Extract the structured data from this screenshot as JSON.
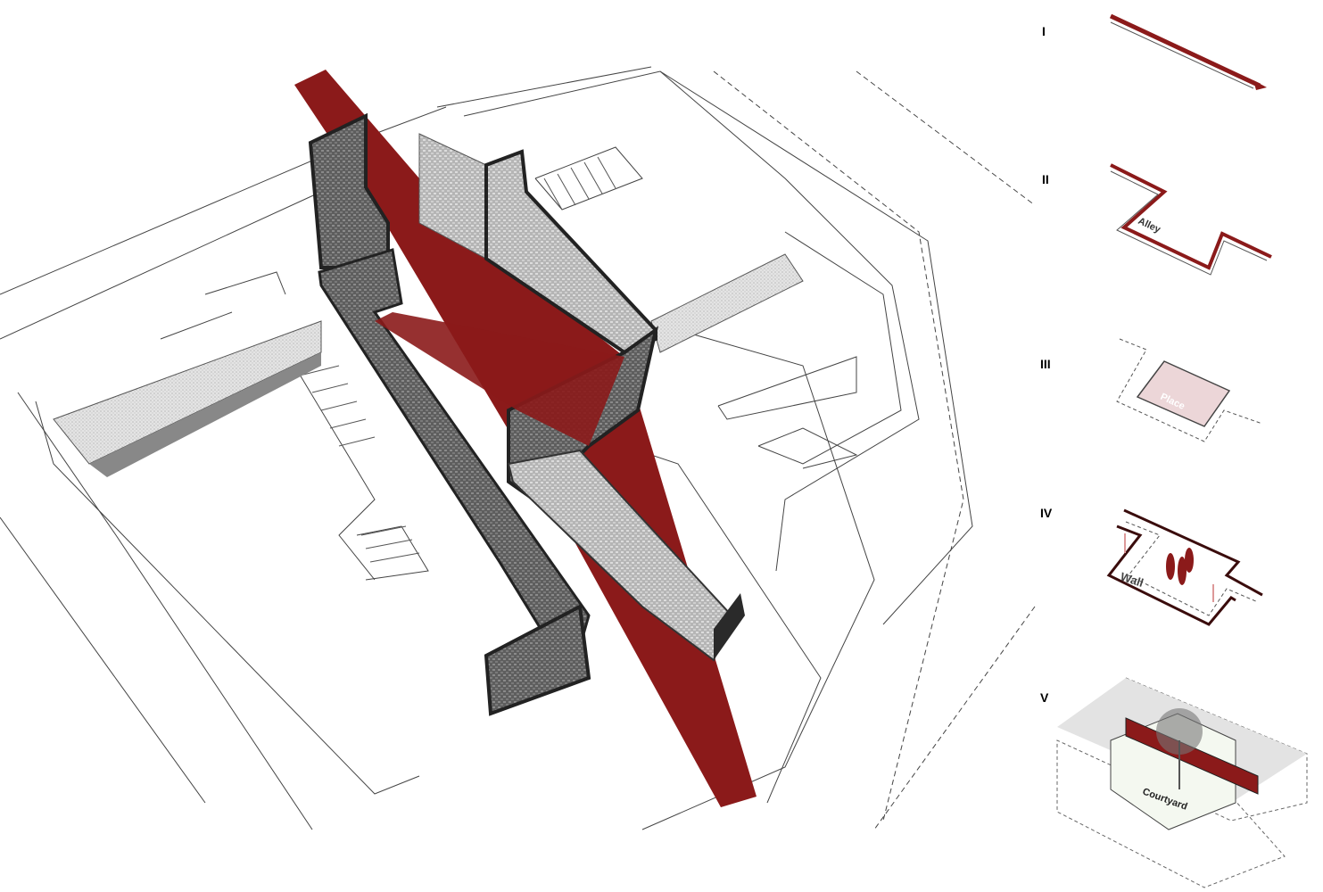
{
  "colors": {
    "accent_red": "#8b1a1a",
    "wall_dark": "#2a2a2a",
    "wall_texture": "#6a6a6a",
    "place_pink": "#ecd6d8",
    "line": "#333333"
  },
  "steps": [
    {
      "numeral": "I"
    },
    {
      "numeral": "II",
      "label": "Alley"
    },
    {
      "numeral": "III",
      "label": "Place"
    },
    {
      "numeral": "IV",
      "label": "Wall"
    },
    {
      "numeral": "V",
      "label": "Courtyard"
    }
  ]
}
